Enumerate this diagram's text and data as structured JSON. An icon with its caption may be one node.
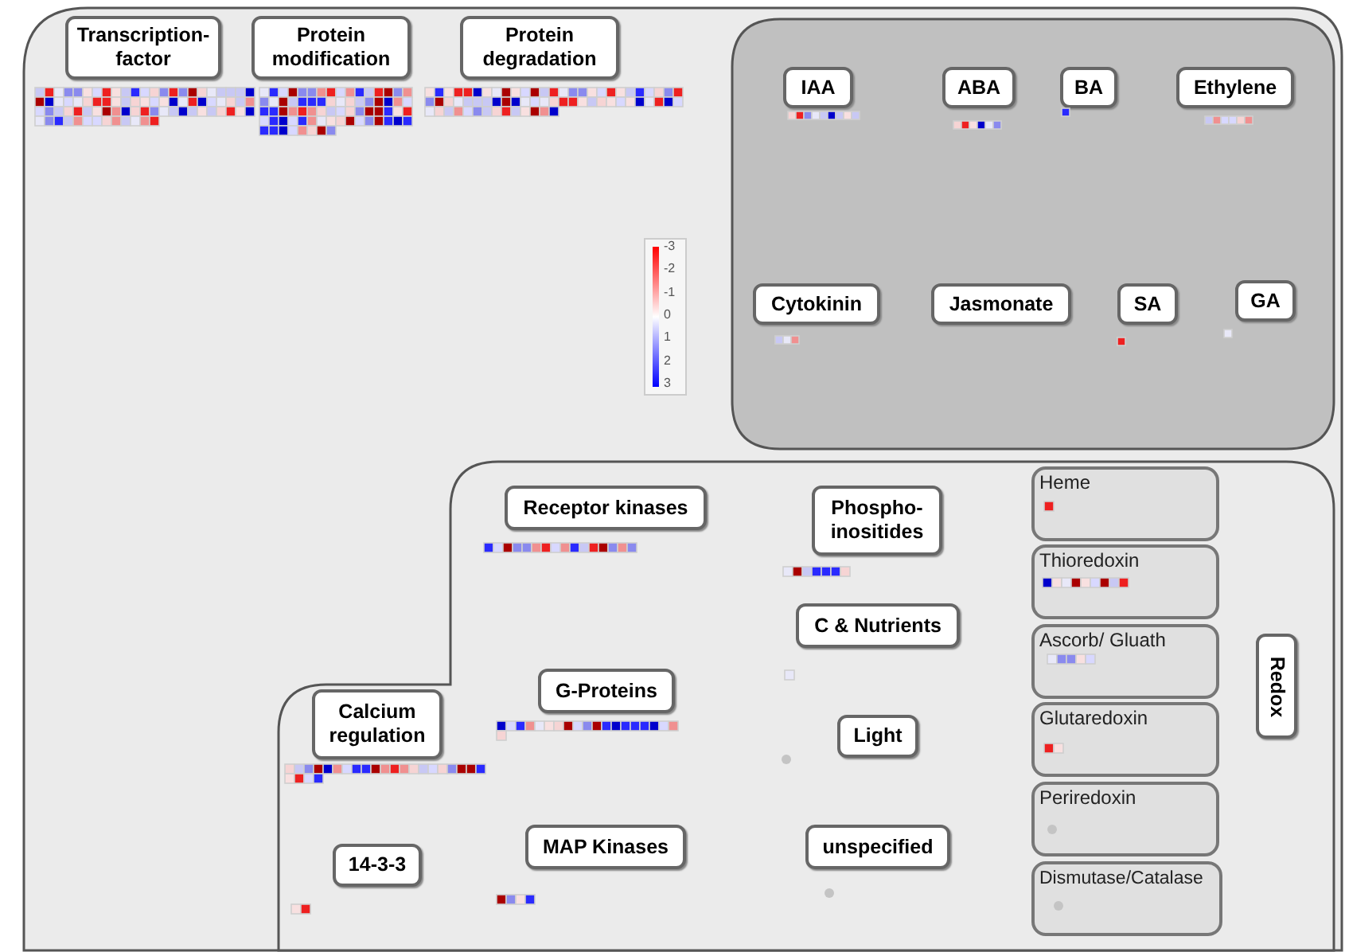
{
  "diagram": {
    "nodes": [
      {
        "text": [],
        "shape": "box"
      },
      {
        "text": [
          "Transcription-factor"
        ],
        "in": 0
      },
      {
        "text": [
          "Protein modification"
        ],
        "in": 0
      },
      {
        "text": [
          "Protein degradation"
        ],
        "in": 0
      },
      {
        "text": [],
        "shape": "box",
        "in": 0
      },
      {
        "text": [
          "IAA"
        ],
        "in": 4
      },
      {
        "text": [
          "ABA"
        ],
        "in": 4
      },
      {
        "text": [
          "BA"
        ],
        "in": 4
      },
      {
        "text": [
          "Ethylene"
        ],
        "in": 4
      },
      {
        "text": [
          "Cytokinin"
        ],
        "in": 4
      },
      {
        "text": [
          "Jasmonate"
        ],
        "in": 4
      },
      {
        "text": [
          "SA"
        ],
        "in": 4
      },
      {
        "text": [
          "GA"
        ],
        "in": 4
      },
      {
        "text": [],
        "shape": "box",
        "in": 0
      },
      {
        "text": [
          "Receptor kinases"
        ],
        "in": 13
      },
      {
        "text": [
          "Phospho-inositides"
        ],
        "in": 13
      },
      {
        "text": [
          "C & Nutrients"
        ],
        "in": 13
      },
      {
        "text": [
          "Calcium regulation"
        ],
        "in": 13
      },
      {
        "text": [
          "G-Proteins"
        ],
        "in": 13
      },
      {
        "text": [
          "Light"
        ],
        "in": 13
      },
      {
        "text": [
          "14-3-3"
        ],
        "in": 13
      },
      {
        "text": [
          "MAP Kinases"
        ],
        "in": 13
      },
      {
        "text": [
          "unspecified"
        ],
        "in": 13
      },
      {
        "text": [
          "Heme"
        ],
        "in": 13
      },
      {
        "text": [
          "Thioredoxin"
        ],
        "in": 13
      },
      {
        "text": [
          "Ascorb/ Gluath"
        ],
        "in": 13
      },
      {
        "text": [
          "Glutaredoxin"
        ],
        "in": 13
      },
      {
        "text": [
          "Periredoxin"
        ],
        "in": 13
      },
      {
        "text": [
          "Dismutase/Catalase"
        ],
        "in": 13
      },
      {
        "text": [
          "Redox"
        ],
        "in": 13
      }
    ],
    "labels": [
      "-3",
      "-2",
      "-1",
      "0",
      "1",
      "2",
      "3"
    ]
  }
}
